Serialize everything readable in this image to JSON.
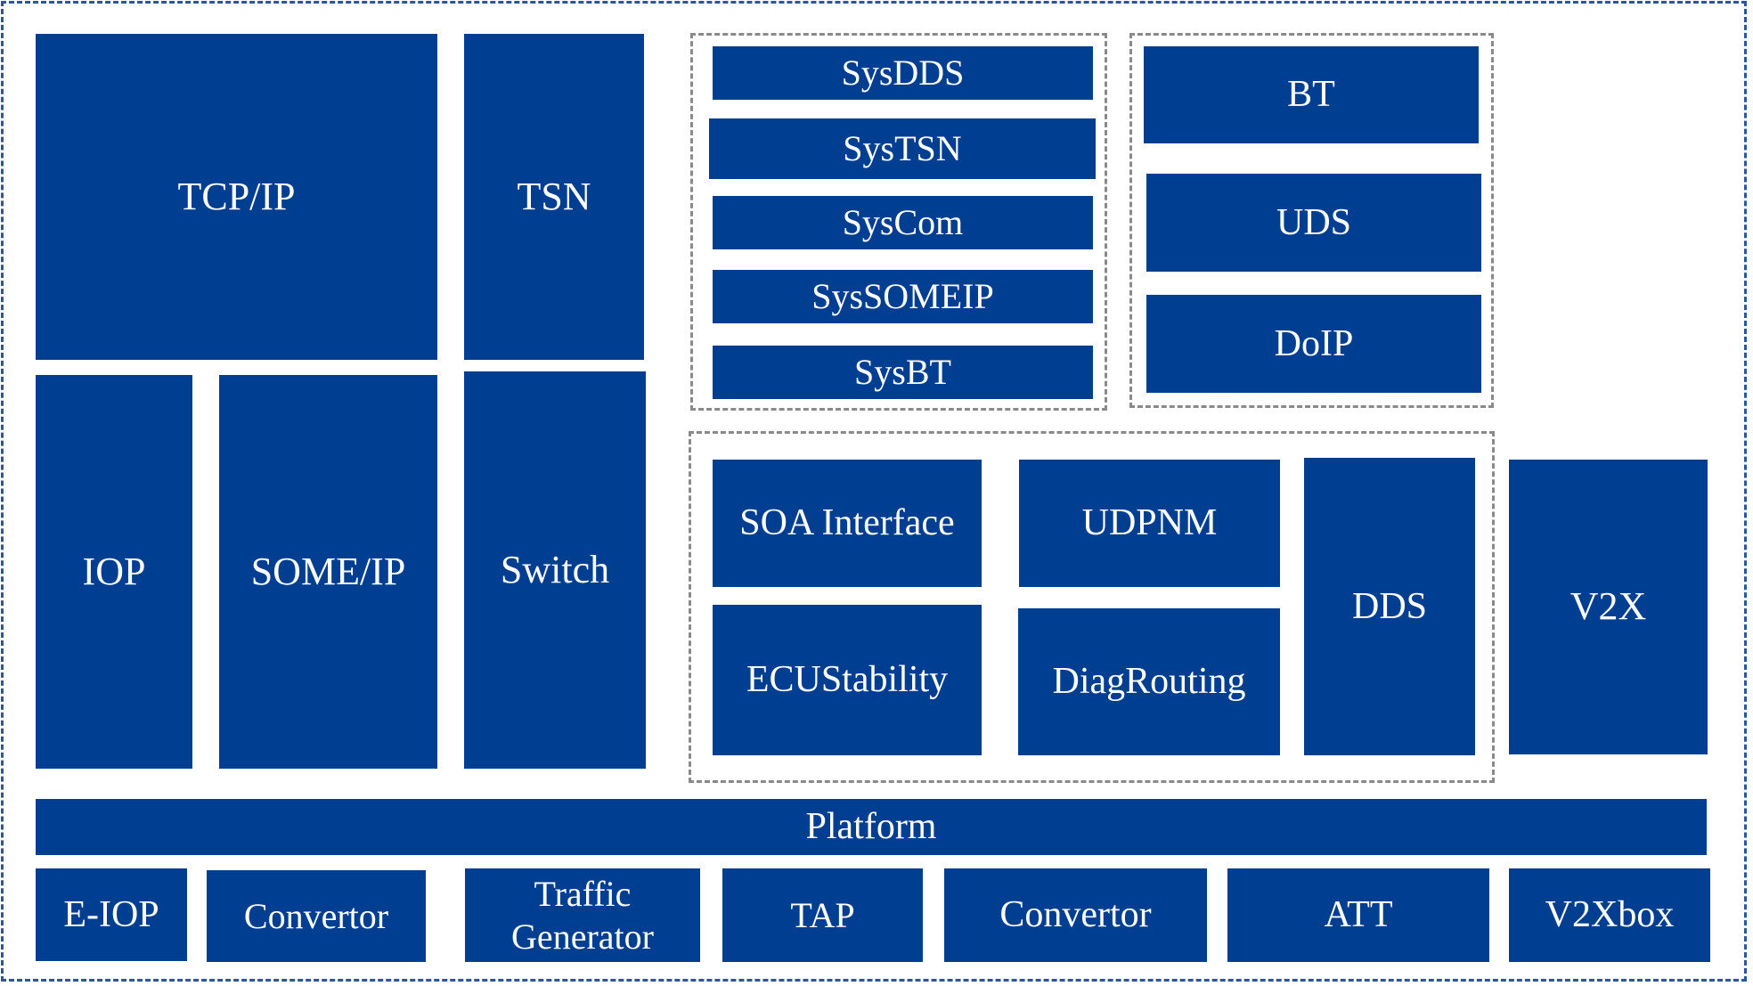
{
  "blocks": {
    "tcp_ip": "TCP/IP",
    "tsn": "TSN",
    "iop": "IOP",
    "some_ip": "SOME/IP",
    "switch": "Switch",
    "sys_dds": "SysDDS",
    "sys_tsn": "SysTSN",
    "sys_com": "SysCom",
    "sys_someip": "SysSOMEIP",
    "sys_bt": "SysBT",
    "bt": "BT",
    "uds": "UDS",
    "doip": "DoIP",
    "soa_interface": "SOA Interface",
    "udpnm": "UDPNM",
    "dds": "DDS",
    "v2x": "V2X",
    "ecu_stability": "ECUStability",
    "diag_routing": "DiagRouting",
    "platform": "Platform"
  },
  "bottom_row": [
    "E-IOP",
    "Convertor",
    "Traffic Generator",
    "TAP",
    "Convertor",
    "ATT",
    "V2Xbox"
  ],
  "colors": {
    "block_fill": "#003e92",
    "block_text": "#ffffff",
    "outer_border": "#2f5597",
    "group_border": "#8a8a8a"
  }
}
